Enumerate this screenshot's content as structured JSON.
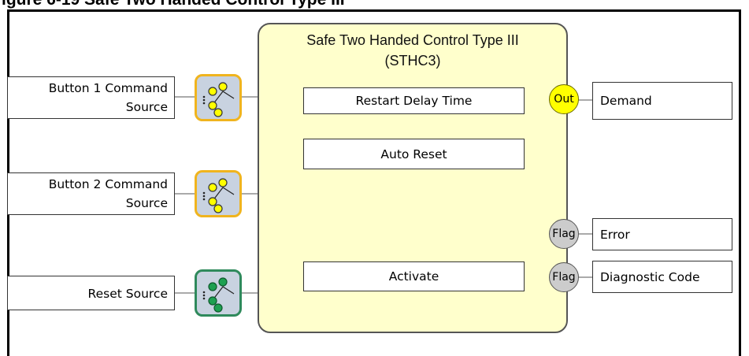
{
  "figure_title": "igure 6-19 Safe Two Handed Control Type III",
  "block": {
    "title_line1": "Safe Two Handed Control Type III",
    "title_line2": "(STHC3)",
    "params": [
      "Restart Delay Time",
      "Auto Reset",
      "Activate"
    ]
  },
  "inputs": [
    {
      "line1": "Button 1 Command",
      "line2": "Source"
    },
    {
      "line1": "Button 2 Command",
      "line2": "Source"
    },
    {
      "label": "Reset Source"
    }
  ],
  "ports": {
    "out_label": "Out",
    "flag_label": "Flag"
  },
  "outputs": [
    "Demand",
    "Error",
    "Diagnostic Code"
  ],
  "colors": {
    "block_fill": "#ffffcc",
    "out_port": "#ffff00",
    "flag_port": "#cccccc",
    "command_switch_border": "#f0b41e",
    "reset_switch_border": "#2f8a5c",
    "switch_fill": "#c8d2e0"
  },
  "icons": [
    "selector-switch-icon",
    "selector-switch-icon",
    "selector-switch-icon"
  ]
}
